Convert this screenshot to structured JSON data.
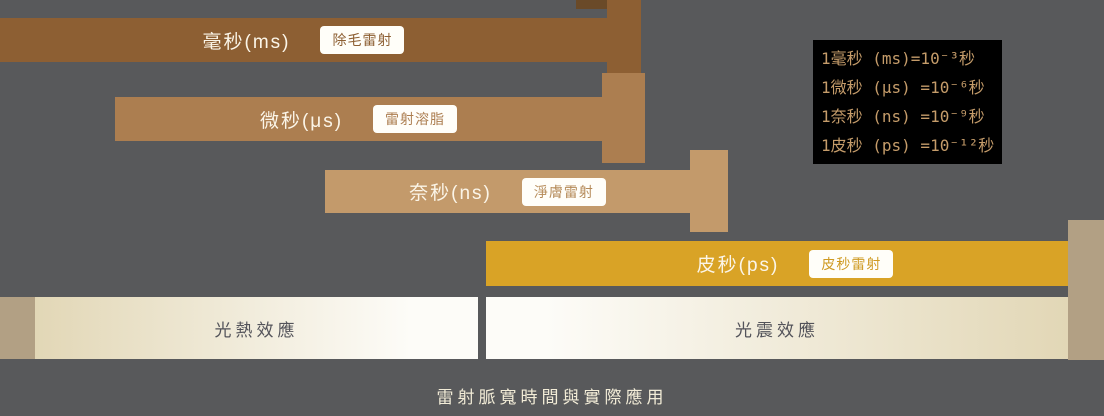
{
  "title": "雷射脈寬時間與實際應用",
  "bars": {
    "ms": {
      "label": "毫秒(ms)",
      "badge": "除毛雷射",
      "color": "#8d5f33"
    },
    "us": {
      "label": "微秒(μs)",
      "badge": "雷射溶脂",
      "color": "#ac7e50"
    },
    "ns": {
      "label": "奈秒(ns)",
      "badge": "淨膚雷射",
      "color": "#c39a6b"
    },
    "ps": {
      "label": "皮秒(ps)",
      "badge": "皮秒雷射",
      "color": "#d9a326"
    }
  },
  "info": {
    "lines": [
      "1毫秒 (ms)=10⁻³秒",
      "1微秒 (μs) =10⁻⁶秒",
      "1奈秒 (ns) =10⁻⁹秒",
      "1皮秒 (ps) =10⁻¹²秒"
    ]
  },
  "effects": {
    "thermal": "光熱效應",
    "acoustic": "光震效應"
  },
  "colors": {
    "background": "#58595b",
    "tan_block": "#b2a084",
    "info_text": "#c59c6a",
    "title_text": "#f2ecd7"
  }
}
